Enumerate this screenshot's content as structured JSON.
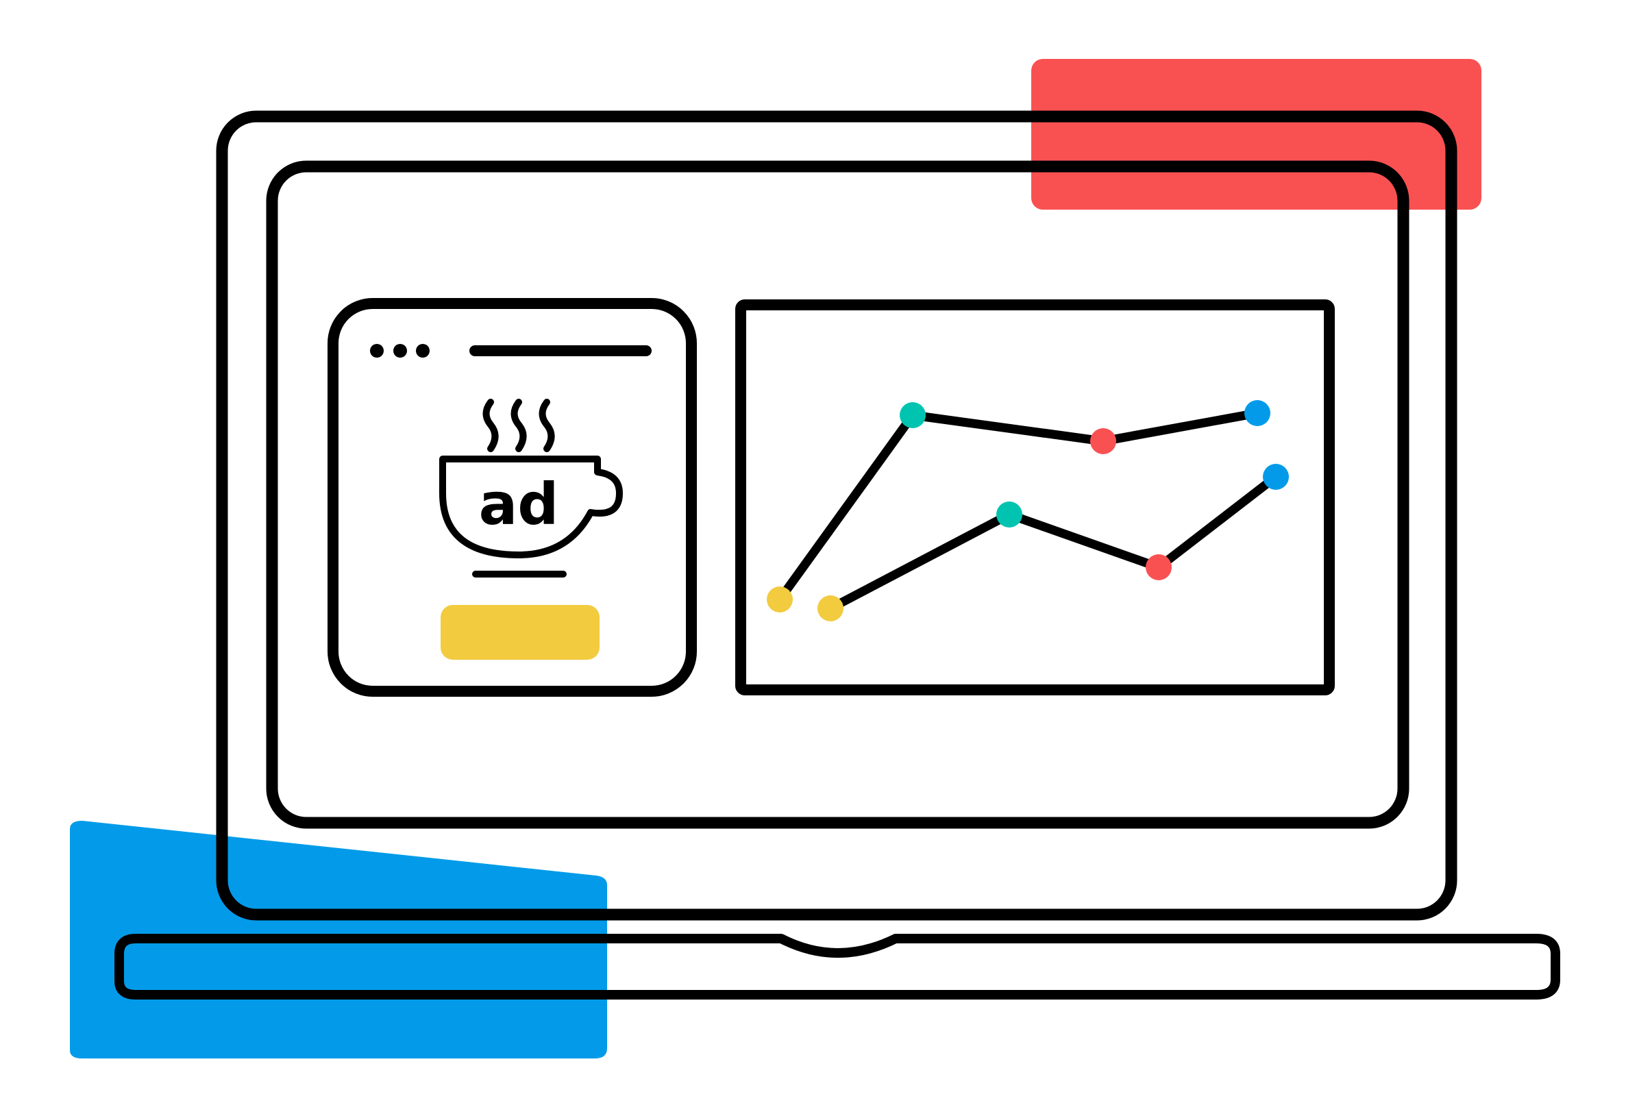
{
  "illustration": {
    "subject": "laptop",
    "ad_card": {
      "window_controls": 3,
      "icon": "coffee-cup-icon",
      "cup_text": "ad"
    },
    "line_chart": {
      "series_count": 2,
      "point_colors": [
        "#F2CB3F",
        "#00C4B0",
        "#F95152",
        "#039BE9"
      ]
    }
  },
  "colors": {
    "outline": "#000000",
    "accent_red": "#F95152",
    "accent_blue": "#039BE9",
    "accent_yellow": "#F2CB3F",
    "accent_teal": "#00C4B0",
    "background": "#FFFFFF"
  }
}
